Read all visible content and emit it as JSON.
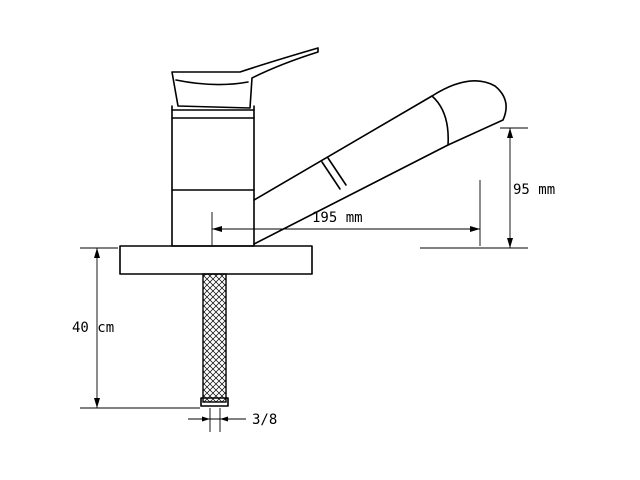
{
  "dimensions": {
    "spout_reach": "195 mm",
    "spout_height": "95 mm",
    "hose_length": "40 cm",
    "connector": "3/8"
  },
  "colors": {
    "line": "#000000",
    "background": "#ffffff"
  }
}
